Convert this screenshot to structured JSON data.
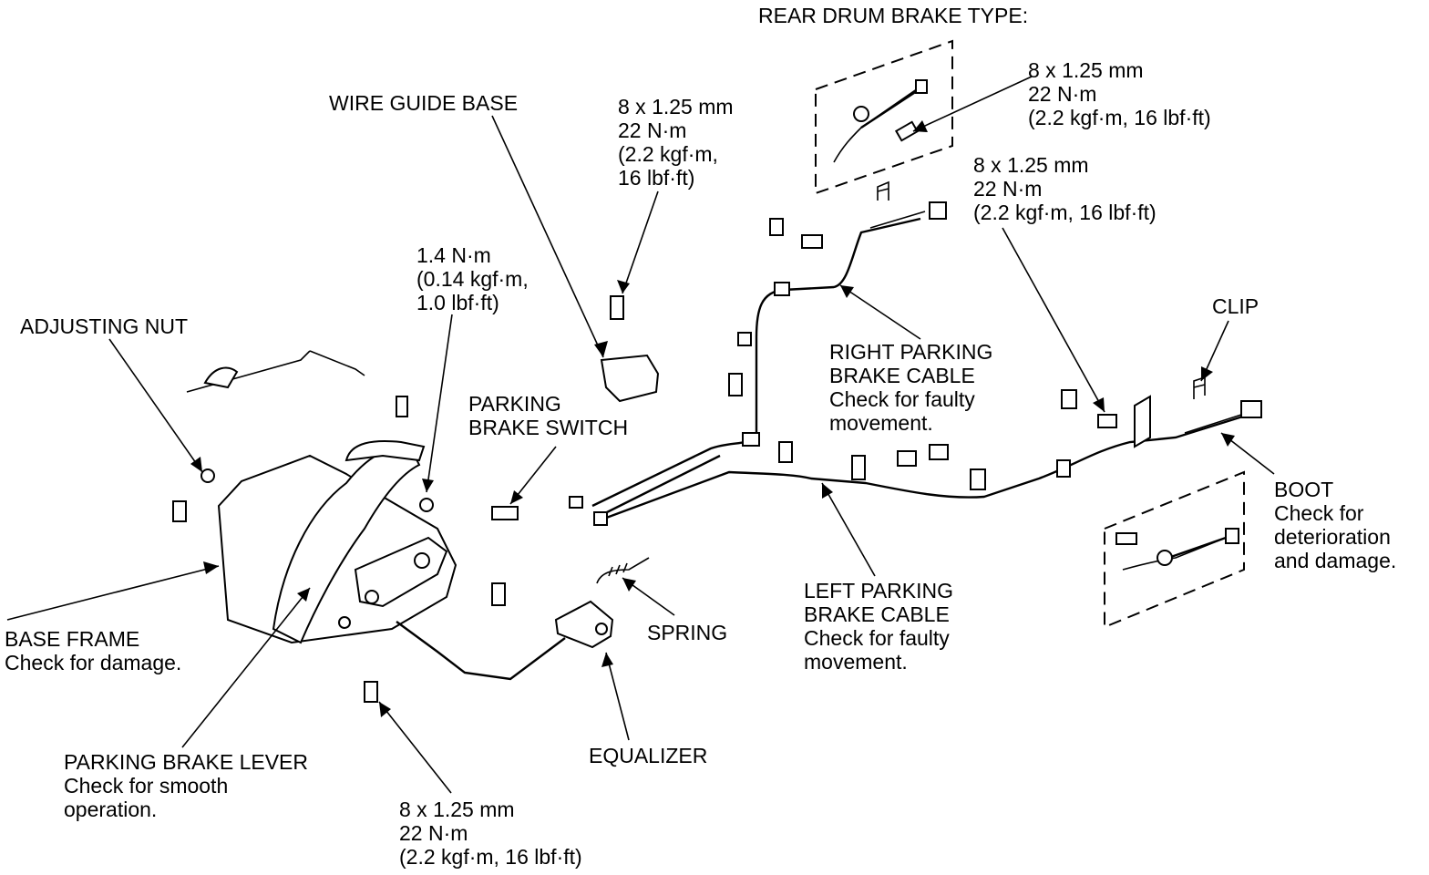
{
  "callouts": {
    "rear_drum": "REAR DRUM BRAKE TYPE:",
    "wire_guide": "WIRE GUIDE BASE",
    "adjusting_nut": "ADJUSTING NUT",
    "torque_wire_guide": [
      "8 x 1.25 mm",
      "22 N·m",
      "(2.2 kgf·m,",
      "16 lbf·ft)"
    ],
    "torque_drum": [
      "8 x 1.25 mm",
      "22 N·m",
      "(2.2 kgf·m, 16 lbf·ft)"
    ],
    "torque_right_cable": [
      "8 x 1.25 mm",
      "22 N·m",
      "(2.2 kgf·m, 16 lbf·ft)"
    ],
    "torque_switch": [
      "1.4 N·m",
      "(0.14 kgf·m,",
      "1.0 lbf·ft)"
    ],
    "torque_base": [
      "8 x 1.25 mm",
      "22 N·m",
      "(2.2 kgf·m, 16 lbf·ft)"
    ],
    "clip": "CLIP",
    "parking_brake_switch": [
      "PARKING",
      "BRAKE SWITCH"
    ],
    "right_cable": [
      "RIGHT PARKING",
      "BRAKE CABLE",
      "Check for faulty",
      "movement."
    ],
    "left_cable": [
      "LEFT PARKING",
      "BRAKE CABLE",
      "Check for faulty",
      "movement."
    ],
    "boot": [
      "BOOT",
      "Check for",
      "deterioration",
      "and damage."
    ],
    "base_frame": [
      "BASE FRAME",
      "Check for damage."
    ],
    "spring": "SPRING",
    "lever": [
      "PARKING BRAKE LEVER",
      "Check for smooth",
      "operation."
    ],
    "equalizer": "EQUALIZER"
  }
}
